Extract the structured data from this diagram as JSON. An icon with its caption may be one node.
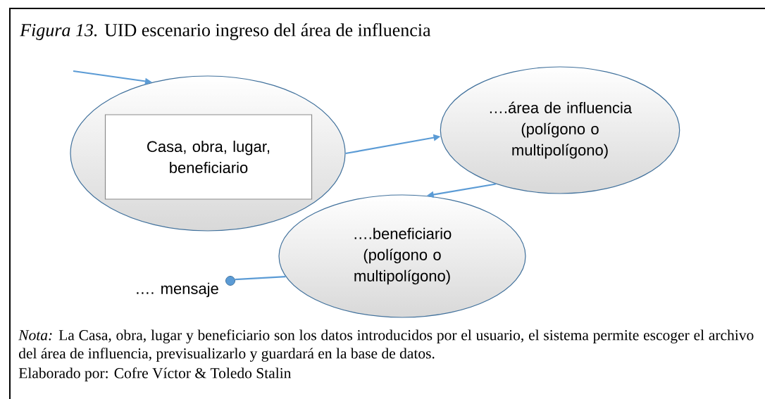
{
  "diagram": {
    "title": "*Figura 13.* UID escenario ingreso del área de influencia",
    "nodes": [
      {
        "text": [],
        "shape": "ellipse"
      },
      {
        "text": [
          "Casa, obra, lugar, beneficiario"
        ],
        "in": 0
      },
      {
        "text": [
          "….área de influencia (polígono o multipolígono)"
        ]
      },
      {
        "text": [
          "….beneficiario (polígono o multipolígono)"
        ]
      },
      {
        "text": [],
        "shape": "circle",
        "beside": [
          "…. mensaje"
        ]
      }
    ],
    "edges": [
      {
        "from": null,
        "to": 0,
        "arrow": "to"
      },
      {
        "from": 0,
        "to": 2,
        "arrow": "to"
      },
      {
        "from": 2,
        "to": 3,
        "arrow": "to"
      },
      {
        "from": 3,
        "to": 4,
        "arrow": "none"
      }
    ],
    "caption": "*Nota:* La Casa, obra, lugar y beneficiario son los datos introducidos por el usuario, el sistema permite escoger el archivo del área de influencia, previsualizarlo y guardará en la base de datos.",
    "labels": [
      "Elaborado por: Cofre Víctor & Toledo Stalin"
    ]
  }
}
